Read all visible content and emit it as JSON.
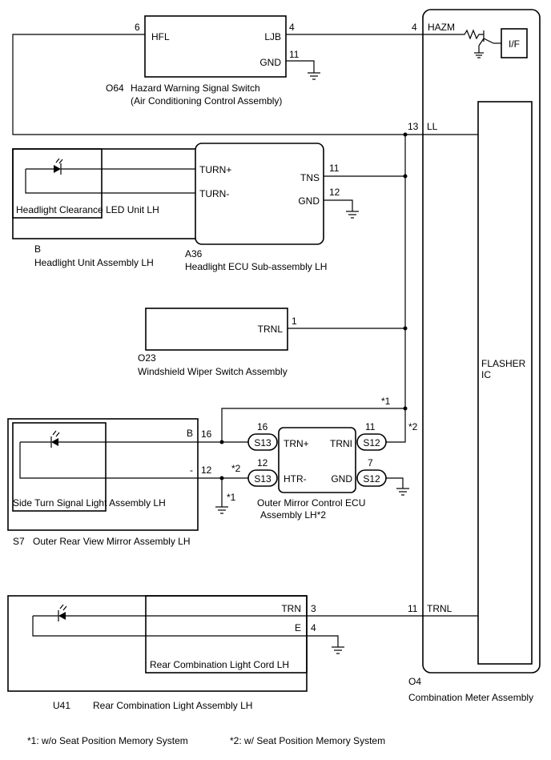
{
  "components": {
    "o64": {
      "code": "O64",
      "name1": "Hazard Warning Signal Switch",
      "name2": "(Air Conditioning Control Assembly)",
      "pins": {
        "hfl": "HFL",
        "ljb": "LJB",
        "gnd": "GND"
      },
      "pin_numbers": {
        "hfl": "6",
        "ljb": "4",
        "gnd": "11"
      }
    },
    "headlight_clearance": {
      "name": "Headlight Clearance LED Unit LH"
    },
    "b": {
      "code": "B",
      "name": "Headlight Unit Assembly LH"
    },
    "a36": {
      "code": "A36",
      "name": "Headlight ECU Sub-assembly LH",
      "pins": {
        "turn_plus": "TURN+",
        "turn_minus": "TURN-",
        "tns": "TNS",
        "gnd": "GND"
      },
      "pin_numbers": {
        "tns": "11",
        "gnd": "12"
      }
    },
    "o23": {
      "code": "O23",
      "name": "Windshield Wiper Switch Assembly",
      "pins": {
        "trnl": "TRNL"
      },
      "pin_numbers": {
        "trnl": "1"
      }
    },
    "side_turn": {
      "name": "Side Turn Signal Light Assembly LH",
      "pins": {
        "b": "B",
        "minus": "-"
      },
      "pin_numbers": {
        "b": "16",
        "minus": "12"
      }
    },
    "s7": {
      "code": "S7",
      "name": "Outer Rear View Mirror Assembly LH"
    },
    "mirror_ecu": {
      "name1": "Outer Mirror Control ECU",
      "name2": "Assembly LH*2",
      "pins": {
        "trn_plus": "TRN+",
        "htr_minus": "HTR-",
        "trni": "TRNI",
        "gnd": "GND"
      },
      "pin_numbers": {
        "trn_plus": "16",
        "htr_minus": "12",
        "trni": "11",
        "gnd": "7"
      },
      "connectors": {
        "s13a": "S13",
        "s13b": "S13",
        "s12a": "S12",
        "s12b": "S12"
      }
    },
    "rear_cord": {
      "name": "Rear Combination Light Cord LH",
      "pins": {
        "trn": "TRN",
        "e": "E"
      },
      "pin_numbers": {
        "trn": "3",
        "e": "4"
      }
    },
    "u41": {
      "code": "U41",
      "name": "Rear Combination Light Assembly LH"
    },
    "o4": {
      "code": "O4",
      "name": "Combination Meter Assembly",
      "pins": {
        "hazm": "HAZM",
        "ll": "LL",
        "trnl": "TRNL"
      },
      "pin_numbers": {
        "hazm": "4",
        "ll": "13",
        "trnl": "11"
      },
      "if_label": "I/F",
      "flasher1": "FLASHER",
      "flasher2": "IC"
    }
  },
  "notes": {
    "star1": "*1",
    "star2": "*2",
    "star2b": "*2",
    "star1b": "*1",
    "footnote1": "*1: w/o Seat Position Memory System",
    "footnote2": "*2: w/ Seat Position Memory System"
  }
}
